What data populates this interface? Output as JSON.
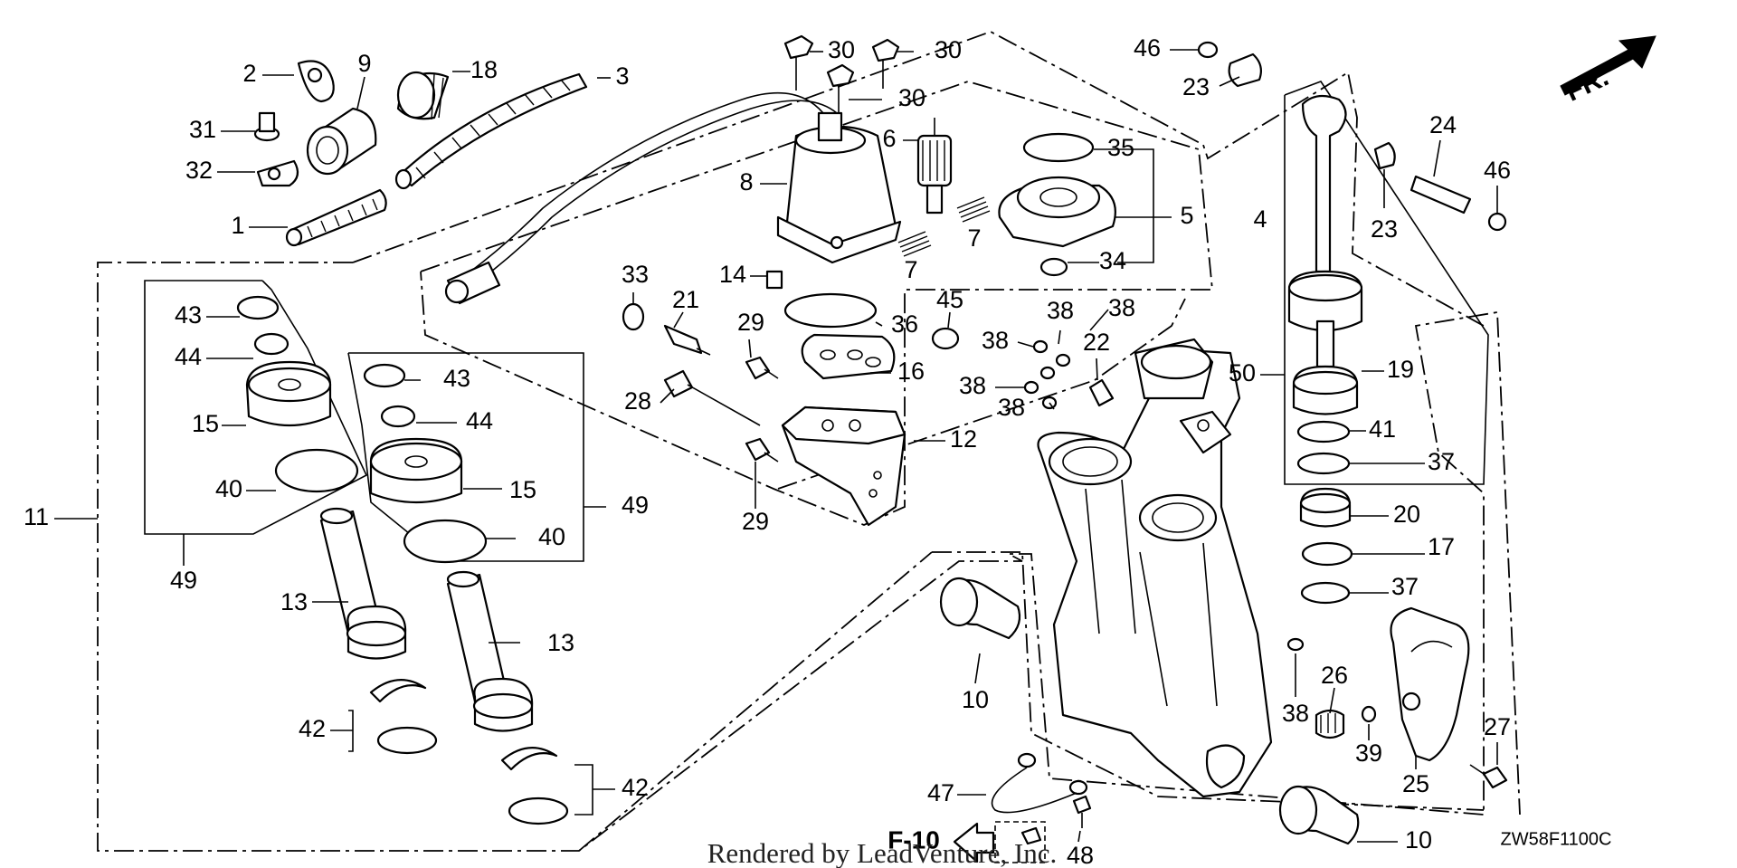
{
  "diagram": {
    "orientation_label": "FR.",
    "code": "ZW58F1100C",
    "ref_label": "F-10",
    "watermark": "Rendered by LeadVenture, Inc.",
    "callouts": [
      {
        "id": "c2",
        "n": "2"
      },
      {
        "id": "c9",
        "n": "9"
      },
      {
        "id": "c18",
        "n": "18"
      },
      {
        "id": "c3",
        "n": "3"
      },
      {
        "id": "c31",
        "n": "31"
      },
      {
        "id": "c32",
        "n": "32"
      },
      {
        "id": "c1",
        "n": "1"
      },
      {
        "id": "c30a",
        "n": "30"
      },
      {
        "id": "c30b",
        "n": "30"
      },
      {
        "id": "c30c",
        "n": "30"
      },
      {
        "id": "c6",
        "n": "6"
      },
      {
        "id": "c8",
        "n": "8"
      },
      {
        "id": "c7a",
        "n": "7"
      },
      {
        "id": "c7b",
        "n": "7"
      },
      {
        "id": "c35",
        "n": "35"
      },
      {
        "id": "c5",
        "n": "5"
      },
      {
        "id": "c4",
        "n": "4"
      },
      {
        "id": "c34",
        "n": "34"
      },
      {
        "id": "c46a",
        "n": "46"
      },
      {
        "id": "c23a",
        "n": "23"
      },
      {
        "id": "c24",
        "n": "24"
      },
      {
        "id": "c23b",
        "n": "23"
      },
      {
        "id": "c46b",
        "n": "46"
      },
      {
        "id": "c43a",
        "n": "43"
      },
      {
        "id": "c44a",
        "n": "44"
      },
      {
        "id": "c15a",
        "n": "15"
      },
      {
        "id": "c40a",
        "n": "40"
      },
      {
        "id": "c11",
        "n": "11"
      },
      {
        "id": "c49a",
        "n": "49"
      },
      {
        "id": "c43b",
        "n": "43"
      },
      {
        "id": "c44b",
        "n": "44"
      },
      {
        "id": "c15b",
        "n": "15"
      },
      {
        "id": "c40b",
        "n": "40"
      },
      {
        "id": "c49b",
        "n": "49"
      },
      {
        "id": "c13a",
        "n": "13"
      },
      {
        "id": "c13b",
        "n": "13"
      },
      {
        "id": "c42a",
        "n": "42"
      },
      {
        "id": "c42b",
        "n": "42"
      },
      {
        "id": "c33",
        "n": "33"
      },
      {
        "id": "c21",
        "n": "21"
      },
      {
        "id": "c14",
        "n": "14"
      },
      {
        "id": "c29a",
        "n": "29"
      },
      {
        "id": "c36",
        "n": "36"
      },
      {
        "id": "c45",
        "n": "45"
      },
      {
        "id": "c16",
        "n": "16"
      },
      {
        "id": "c28",
        "n": "28"
      },
      {
        "id": "c12",
        "n": "12"
      },
      {
        "id": "c29b",
        "n": "29"
      },
      {
        "id": "c38a",
        "n": "38"
      },
      {
        "id": "c38b",
        "n": "38"
      },
      {
        "id": "c38c",
        "n": "38"
      },
      {
        "id": "c38d",
        "n": "38"
      },
      {
        "id": "c38e",
        "n": "38"
      },
      {
        "id": "c22",
        "n": "22"
      },
      {
        "id": "c50",
        "n": "50"
      },
      {
        "id": "c19",
        "n": "19"
      },
      {
        "id": "c41",
        "n": "41"
      },
      {
        "id": "c37a",
        "n": "37"
      },
      {
        "id": "c20",
        "n": "20"
      },
      {
        "id": "c17",
        "n": "17"
      },
      {
        "id": "c37b",
        "n": "37"
      },
      {
        "id": "c10a",
        "n": "10"
      },
      {
        "id": "c38f",
        "n": "38"
      },
      {
        "id": "c26",
        "n": "26"
      },
      {
        "id": "c39",
        "n": "39"
      },
      {
        "id": "c25",
        "n": "25"
      },
      {
        "id": "c27",
        "n": "27"
      },
      {
        "id": "c47",
        "n": "47"
      },
      {
        "id": "c48",
        "n": "48"
      },
      {
        "id": "c10b",
        "n": "10"
      }
    ]
  }
}
